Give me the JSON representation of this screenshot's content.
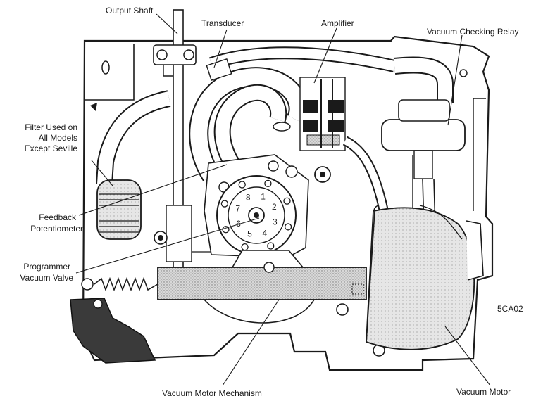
{
  "labels": {
    "output_shaft": "Output Shaft",
    "transducer": "Transducer",
    "amplifier": "Amplifier",
    "vacuum_checking_relay": "Vacuum Checking Relay",
    "filter_line1": "Filter Used on",
    "filter_line2": "All Models",
    "filter_line3": "Except Seville",
    "feedback_line1": "Feedback",
    "feedback_line2": "Potentiometer",
    "programmer_line1": "Programmer",
    "programmer_line2": "Vacuum Valve",
    "vacuum_motor_mechanism": "Vacuum Motor Mechanism",
    "vacuum_motor": "Vacuum Motor",
    "figure_code": "5CA02"
  },
  "dial_numbers": [
    "1",
    "2",
    "3",
    "4",
    "5",
    "6",
    "7",
    "8"
  ]
}
